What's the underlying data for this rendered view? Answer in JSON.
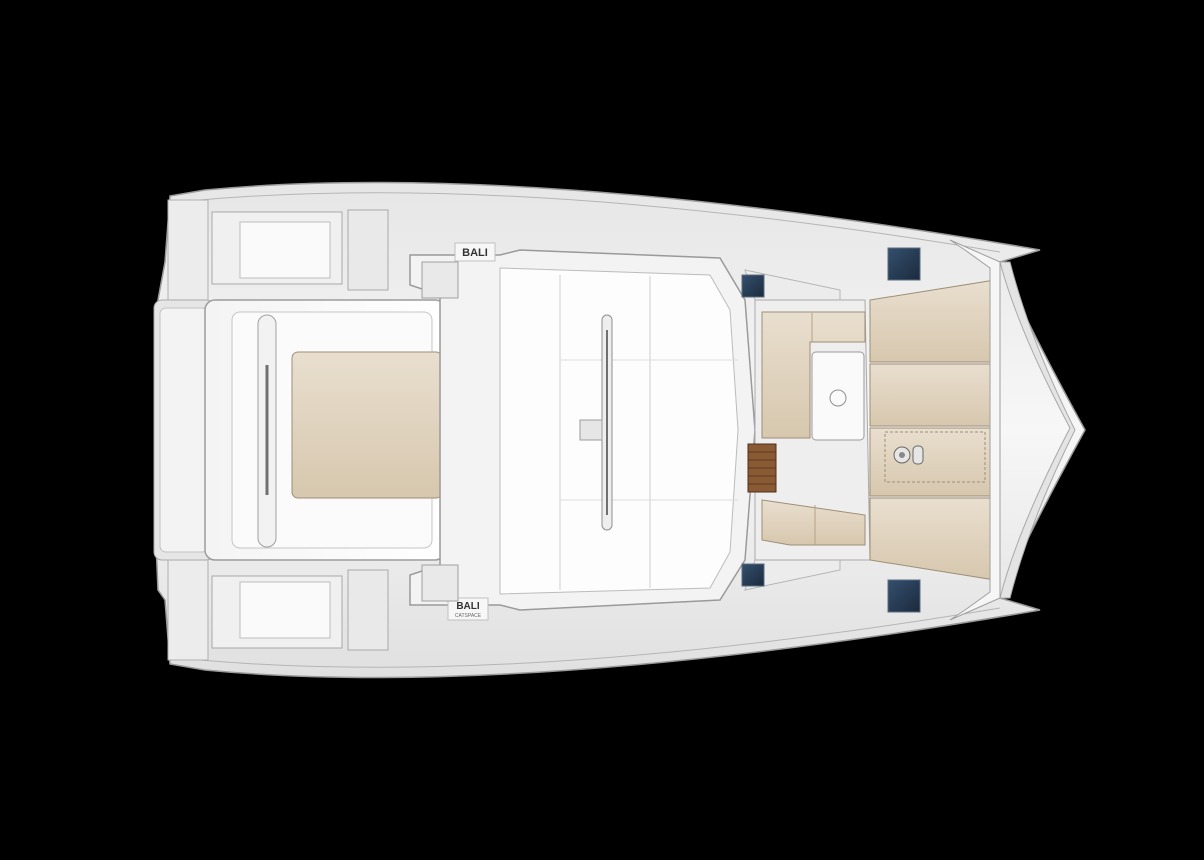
{
  "scene": {
    "subject": "catamaran-top-view",
    "background_color": "#000000",
    "hull_color": "#f2f2f2",
    "deck_shadow_color": "#d9d9d9",
    "cushion_color": "#e3d6c3",
    "hatch_color": "#24384f",
    "teak_color": "#7a4a28"
  },
  "branding": {
    "logo_top": "BALI",
    "logo_bottom": "BALI",
    "logo_sub": "CATSPACE"
  }
}
